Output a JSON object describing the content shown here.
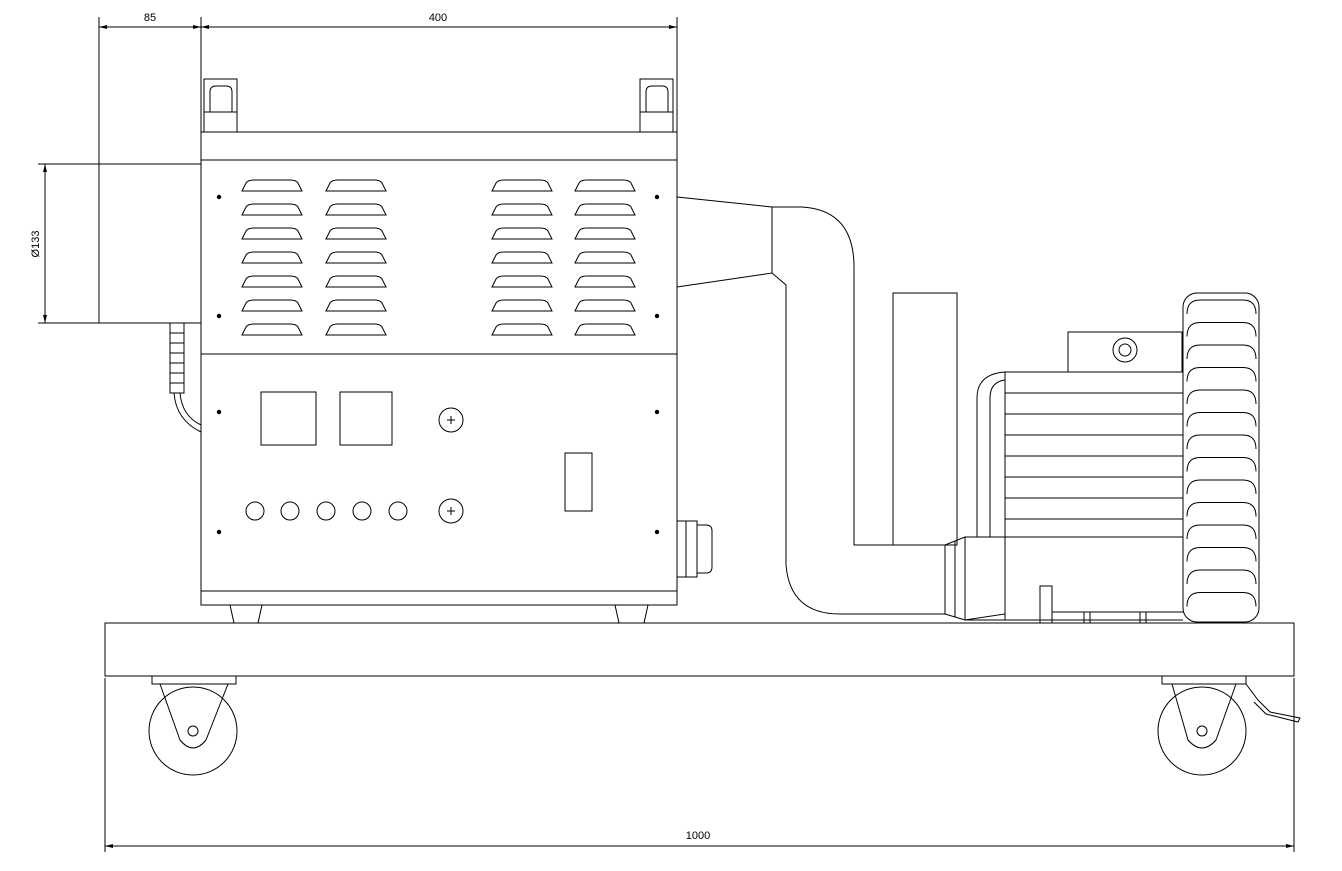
{
  "drawing": {
    "dimensions": {
      "width_85": "85",
      "width_400": "400",
      "diameter_133": "Ø133",
      "length_1000": "1000"
    },
    "colors": {
      "line": "#000000",
      "background": "#ffffff"
    }
  }
}
